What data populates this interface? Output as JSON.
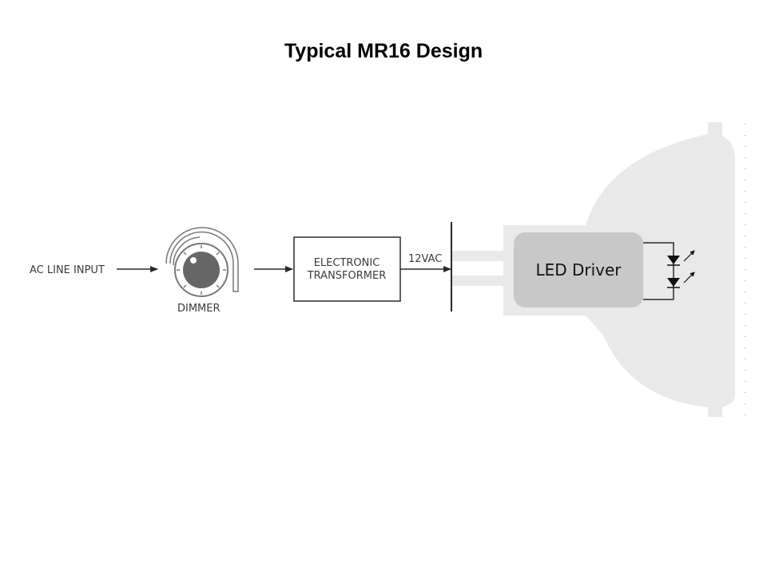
{
  "title": "Typical MR16 Design",
  "diagram": {
    "ac_input_label": "AC LINE INPUT",
    "dimmer_label": "DIMMER",
    "transformer_label_line1": "ELECTRONIC",
    "transformer_label_line2": "TRANSFORMER",
    "voltage_label": "12VAC",
    "driver_label": "LED Driver",
    "led_count": 2,
    "colors": {
      "lamp_body": "#e9e9e9",
      "driver_box": "#c8c8c8",
      "dimmer_knob": "#666666",
      "line": "#2a2a2a"
    }
  }
}
